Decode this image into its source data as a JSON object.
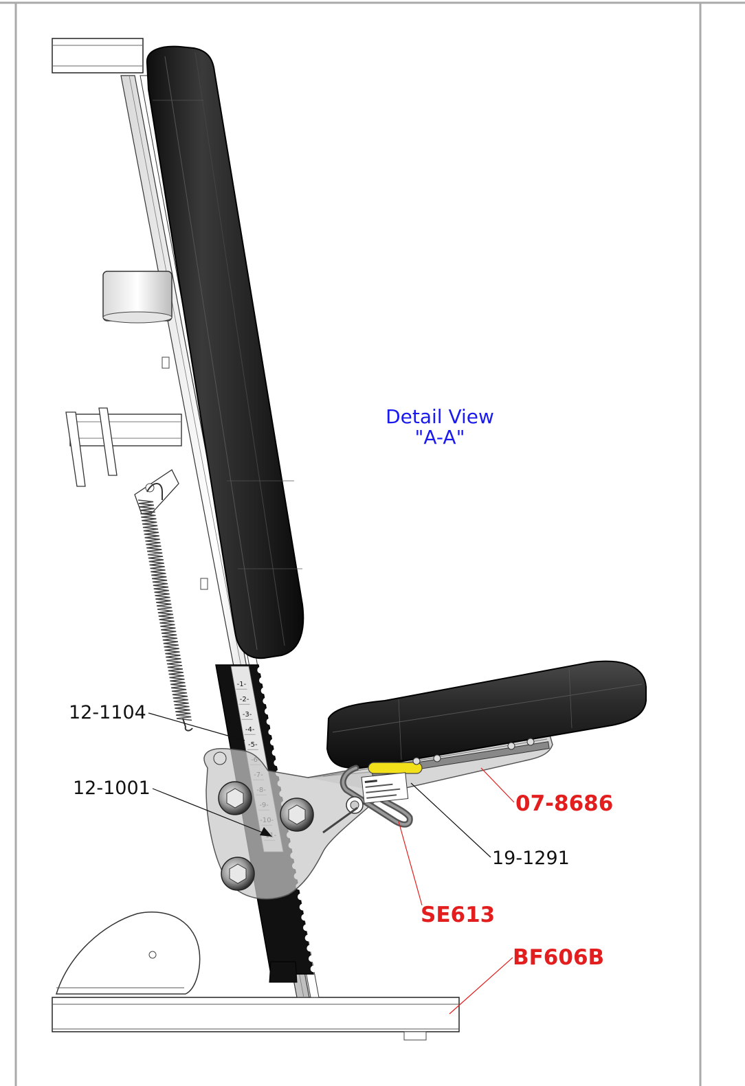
{
  "view_title": {
    "line1": "Detail View",
    "line2": "\"A-A\""
  },
  "callouts": [
    {
      "id": "12-1104",
      "text": "12-1104",
      "color": "black"
    },
    {
      "id": "12-1001",
      "text": "12-1001",
      "color": "black"
    },
    {
      "id": "07-8686",
      "text": "07-8686",
      "color": "red"
    },
    {
      "id": "19-1291",
      "text": "19-1291",
      "color": "black"
    },
    {
      "id": "SE613",
      "text": "SE613",
      "color": "red"
    },
    {
      "id": "BF606B",
      "text": "BF606B",
      "color": "red"
    }
  ],
  "scale_ticks": [
    "-1-",
    "-2-",
    "-3-",
    "-4-",
    "-5-",
    "-6-",
    "-7-",
    "-8-",
    "-9-",
    "-10-",
    "-11-"
  ],
  "colors": {
    "callout_red": "#e31e1e",
    "title_blue": "#1a1aee",
    "pad_black": "#1c1c1c",
    "pin_yellow": "#f2e01a",
    "bracket_gray": "#c8c8c8"
  }
}
